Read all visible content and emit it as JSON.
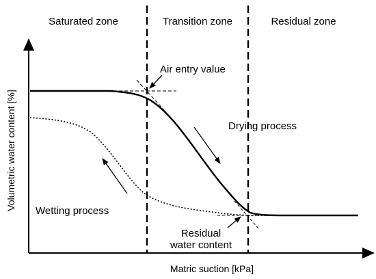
{
  "zones": {
    "saturated": "Saturated zone",
    "transition": "Transition zone",
    "residual": "Residual zone"
  },
  "axes": {
    "x_title": "Matric suction [kPa]",
    "y_title": "Volumetric water content [%]"
  },
  "annotations": {
    "air_entry": "Air entry value",
    "drying": "Drying process",
    "wetting": "Wetting process",
    "residual_line1": "Residual",
    "residual_line2": "water content"
  },
  "colors": {
    "ink": "#000000",
    "background": "#ffffff"
  }
}
